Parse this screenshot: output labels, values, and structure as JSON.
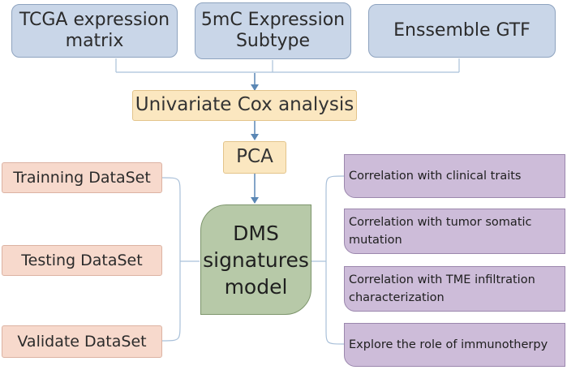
{
  "inputs": [
    {
      "line1": "TCGA expression",
      "line2": "matrix"
    },
    {
      "line1": "5mC Expression",
      "line2": "Subtype"
    },
    {
      "line1": "Enssemble GTF"
    }
  ],
  "steps": {
    "cox": "Univariate Cox analysis",
    "pca": "PCA"
  },
  "datasets": [
    "Trainning DataSet",
    "Testing DataSet",
    "Validate DataSet"
  ],
  "model": {
    "line1": "DMS",
    "line2": "signatures",
    "line3": "model"
  },
  "outcomes": [
    {
      "line1": "Correlation with clinical traits"
    },
    {
      "line1": "Correlation with tumor somatic",
      "line2": "mutation"
    },
    {
      "line1": "Correlation with TME infiltration",
      "line2": "characterization"
    },
    {
      "line1": "Explore the role of immunotherpy"
    }
  ],
  "colors": {
    "input_fill": "#c9d6e8",
    "step_fill": "#fbe7c0",
    "dataset_fill": "#f7d9cc",
    "model_fill": "#b7c9a8",
    "outcome_fill": "#cdbcd9",
    "arrow": "#5b87b5",
    "connector": "#a9c0d9"
  }
}
